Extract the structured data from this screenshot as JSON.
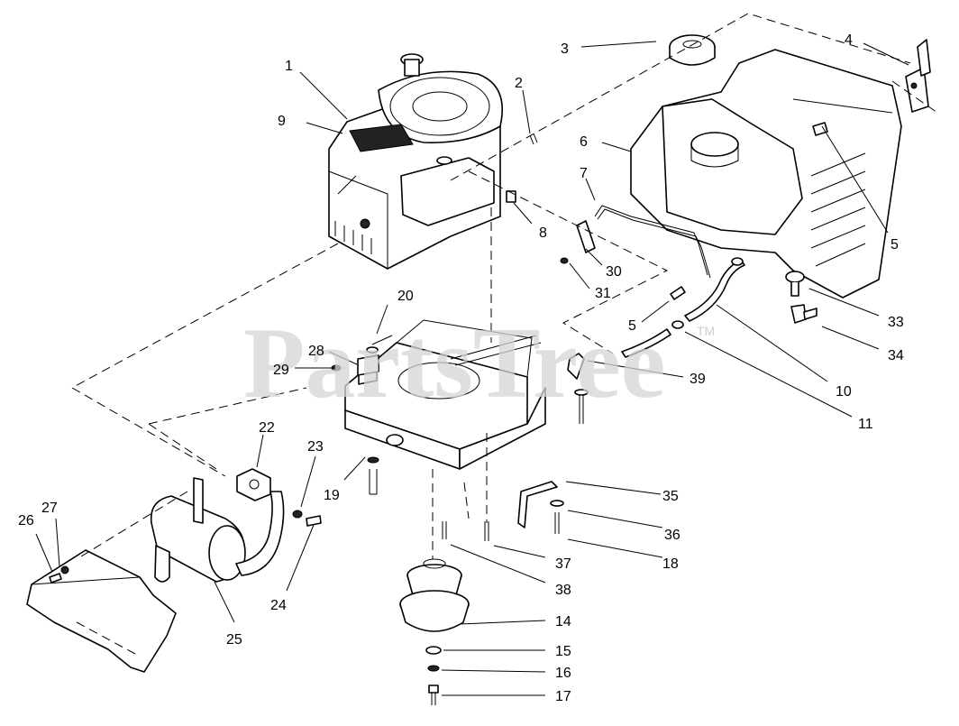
{
  "watermark": {
    "brand": "PartsTree",
    "mark": "TM"
  },
  "callouts": [
    {
      "id": "1",
      "label": "1"
    },
    {
      "id": "2",
      "label": "2"
    },
    {
      "id": "3",
      "label": "3"
    },
    {
      "id": "4",
      "label": "4"
    },
    {
      "id": "5a",
      "label": "5"
    },
    {
      "id": "5b",
      "label": "5"
    },
    {
      "id": "6",
      "label": "6"
    },
    {
      "id": "7",
      "label": "7"
    },
    {
      "id": "8",
      "label": "8"
    },
    {
      "id": "9",
      "label": "9"
    },
    {
      "id": "10",
      "label": "10"
    },
    {
      "id": "11",
      "label": "11"
    },
    {
      "id": "14",
      "label": "14"
    },
    {
      "id": "15",
      "label": "15"
    },
    {
      "id": "16",
      "label": "16"
    },
    {
      "id": "17",
      "label": "17"
    },
    {
      "id": "18",
      "label": "18"
    },
    {
      "id": "19",
      "label": "19"
    },
    {
      "id": "20",
      "label": "20"
    },
    {
      "id": "22",
      "label": "22"
    },
    {
      "id": "23",
      "label": "23"
    },
    {
      "id": "24",
      "label": "24"
    },
    {
      "id": "25",
      "label": "25"
    },
    {
      "id": "26",
      "label": "26"
    },
    {
      "id": "27",
      "label": "27"
    },
    {
      "id": "28",
      "label": "28"
    },
    {
      "id": "29",
      "label": "29"
    },
    {
      "id": "30",
      "label": "30"
    },
    {
      "id": "31",
      "label": "31"
    },
    {
      "id": "33",
      "label": "33"
    },
    {
      "id": "34",
      "label": "34"
    },
    {
      "id": "35",
      "label": "35"
    },
    {
      "id": "36",
      "label": "36"
    },
    {
      "id": "37",
      "label": "37"
    },
    {
      "id": "38",
      "label": "38"
    },
    {
      "id": "39",
      "label": "39"
    }
  ]
}
